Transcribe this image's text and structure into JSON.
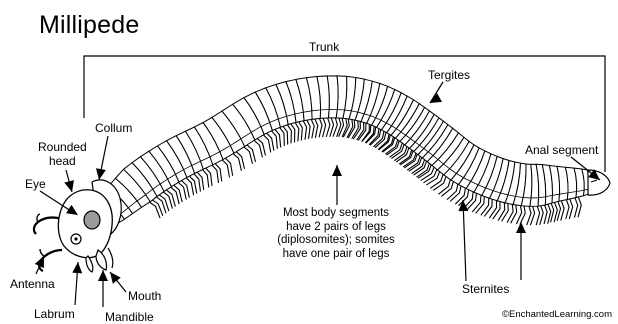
{
  "title": "Millipede",
  "labels": {
    "trunk": "Trunk",
    "tergites": "Tergites",
    "collum": "Collum",
    "rounded_head": "Rounded\nhead",
    "eye": "Eye",
    "anal_segment": "Anal segment",
    "antenna": "Antenna",
    "labrum": "Labrum",
    "mandible": "Mandible",
    "mouth": "Mouth",
    "sternites": "Sternites",
    "note": "Most body segments have 2 pairs of legs (diplosomites); somites have one pair of legs"
  },
  "copyright": "©EnchantedLearning.com",
  "colors": {
    "ink": "#000000",
    "background": "#ffffff",
    "eye_fill": "#9a9a9a"
  }
}
